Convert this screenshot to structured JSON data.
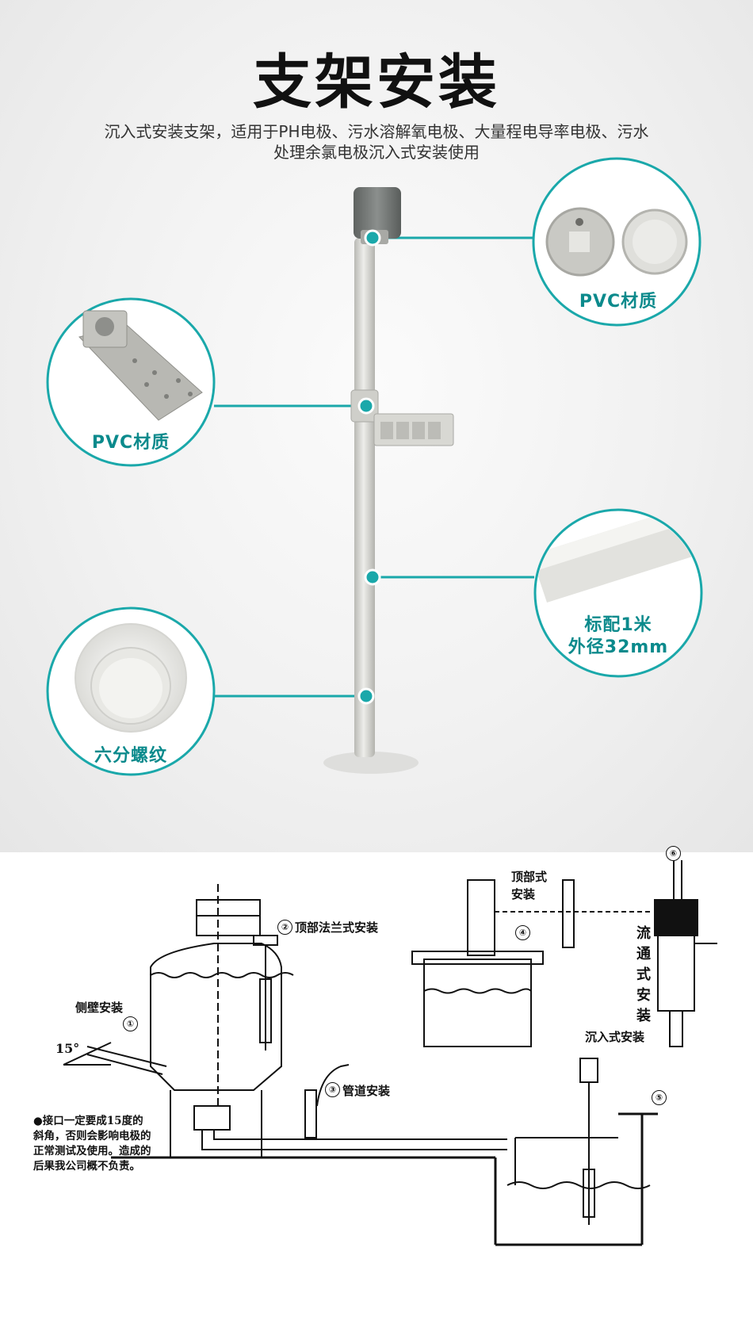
{
  "header": {
    "title": "支架安装",
    "subtitle_line1": "沉入式安装支架，适用于PH电极、污水溶解氧电极、大量程电导率电极、污水",
    "subtitle_line2": "处理余氯电极沉入式安装使用"
  },
  "callouts": {
    "top_right": "PVC材质",
    "middle_left": "PVC材质",
    "middle_right_line1": "标配1米",
    "middle_right_line2": "外径32mm",
    "bottom_left": "六分螺纹"
  },
  "diagram": {
    "side_wall": "侧壁安装",
    "angle": "15°",
    "top_flange": "顶部法兰式安装",
    "pipe": "管道安装",
    "top_mount": "顶部式安装",
    "flow_through": "流通式安装",
    "immersion": "沉入式安装",
    "note": "●接口一定要成15度的斜角，否则会影响电极的正常测试及使用。造成的后果我公司概不负责。",
    "n1": "①",
    "n2": "②",
    "n3": "③",
    "n4": "④",
    "n5": "⑤",
    "n6": "⑥"
  },
  "colors": {
    "accent": "#1aa8aa",
    "label": "#0b8a8c",
    "pvc": "#d9d9d4"
  }
}
